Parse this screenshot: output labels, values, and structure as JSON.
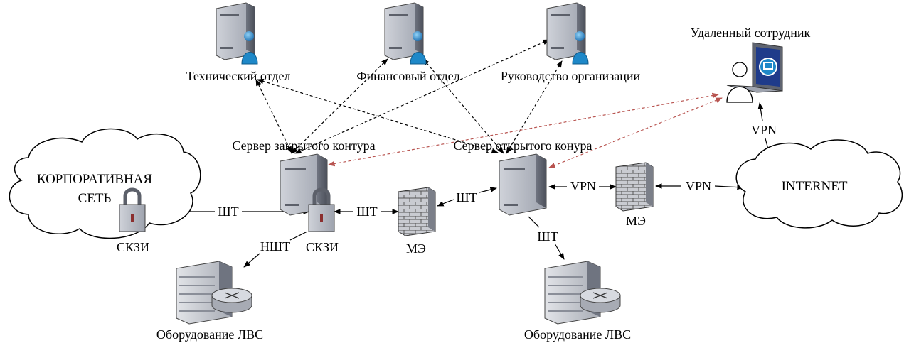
{
  "nodes": {
    "tech_dept": "Технический отдел",
    "finance_dept": "Финансовый отдел",
    "management": "Руководство организации",
    "remote_employee": "Удаленный сотрудник",
    "closed_server": "Сервер закрытого контура",
    "open_server": "Сервер открытого конура",
    "corp_network_line1": "КОРПОРАТИВНАЯ",
    "corp_network_line2": "СЕТЬ",
    "internet": "INTERNET",
    "skzi_left": "СКЗИ",
    "skzi_right": "СКЗИ",
    "firewall_left": "МЭ",
    "firewall_right": "МЭ",
    "lan_left": "Оборудование ЛВС",
    "lan_right": "Оборудование ЛВС"
  },
  "links": {
    "corp_skzi": "ШТ",
    "skzi_firewall": "ШТ",
    "firewall_open": "ШТ",
    "skzi_lan": "НШТ",
    "open_lan": "ШТ",
    "open_fw_vpn": "VPN",
    "fw_internet_vpn": "VPN",
    "remote_internet_vpn": "VPN"
  },
  "colors": {
    "line": "#000000",
    "remote_link": "#b85450",
    "server_body": "#b8bcc6",
    "user_blue": "#1e88c8"
  }
}
